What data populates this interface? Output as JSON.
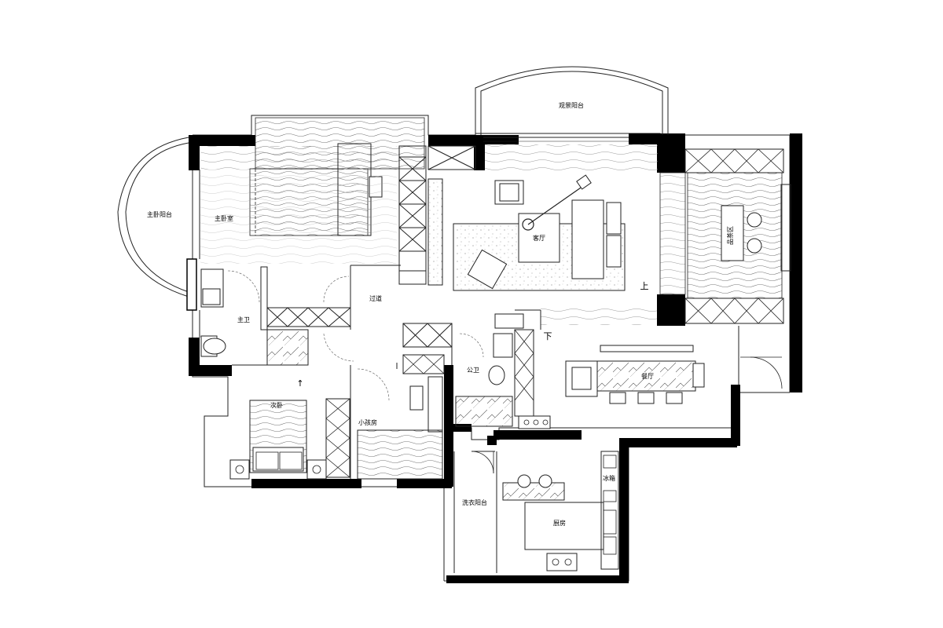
{
  "rooms": {
    "living_balcony": "观景阳台",
    "master_balcony": "主卧阳台",
    "master_bedroom": "主卧室",
    "master_bath": "主卫",
    "corridor": "过道",
    "living_room": "客厅",
    "tea_room": "品茶区",
    "public_bath": "公卫",
    "dining_room": "餐厅",
    "second_bedroom": "次卧",
    "small_bedroom": "小孩房",
    "laundry_balcony": "洗衣阳台",
    "kitchen": "厨房",
    "fridge": "冰箱"
  },
  "stair_marks": {
    "up": "上",
    "down": "下"
  },
  "colors": {
    "wall": "#000000",
    "line": "#222222",
    "rug": "#e8e8e8",
    "wood_texture": "#f4f4f4"
  }
}
